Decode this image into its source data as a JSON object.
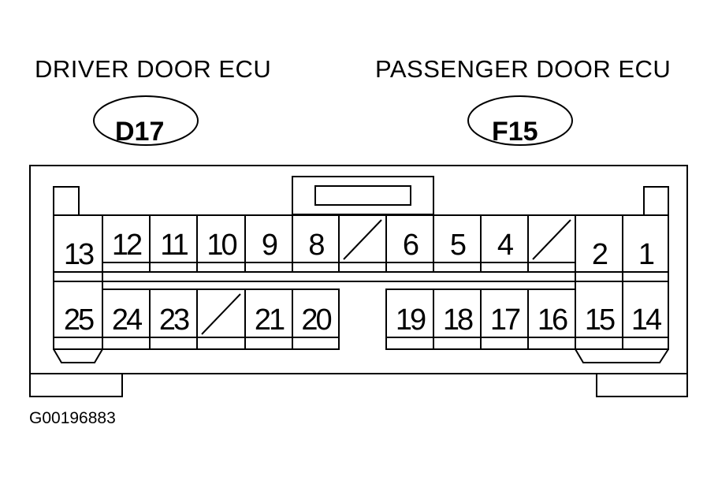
{
  "labels": {
    "driver_title": "DRIVER DOOR ECU",
    "passenger_title": "PASSENGER DOOR ECU",
    "driver_code": "D17",
    "passenger_code": "F15",
    "figure_id": "G00196883"
  },
  "connector": {
    "top_row": [
      "13",
      "12",
      "11",
      "10",
      "9",
      "8",
      "",
      "6",
      "5",
      "4",
      "",
      "2",
      "1"
    ],
    "bottom_row_left": [
      "25",
      "24",
      "23",
      "",
      "21",
      "20"
    ],
    "bottom_row_right": [
      "19",
      "18",
      "17",
      "16",
      "15",
      "14"
    ]
  },
  "colors": {
    "line": "#000000",
    "background": "#ffffff"
  }
}
